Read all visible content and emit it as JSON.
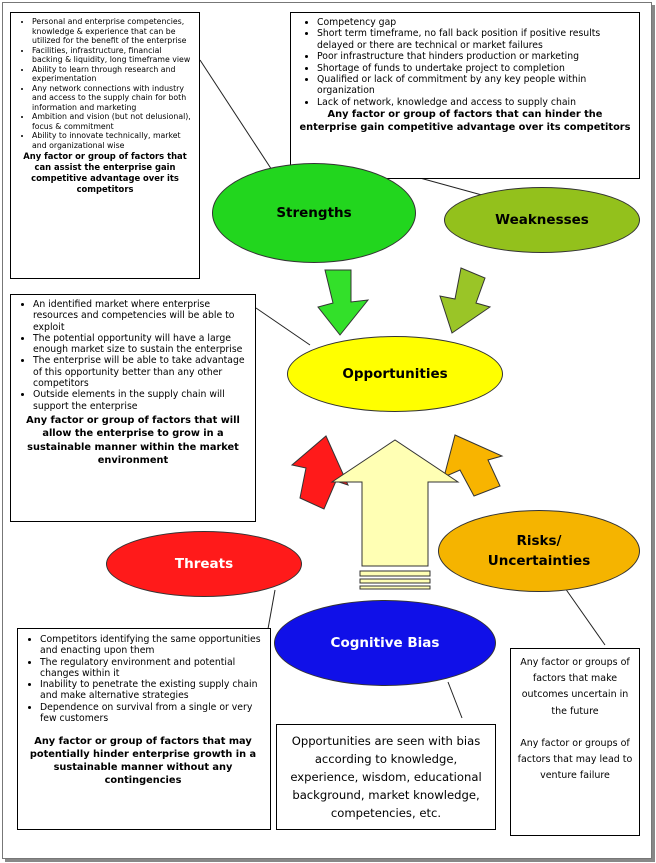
{
  "strengths": {
    "label": "Strengths",
    "items": [
      "Personal and enterprise competencies, knowledge & experience that can be utilized for the benefit of the enterprise",
      "Facilities, infrastructure, financial backing & liquidity, long timeframe view",
      "Ability to learn through research and experimentation",
      "Any network connections with industry and access to the supply chain for both information and marketing",
      "Ambition and vision (but not delusional), focus & commitment",
      "Ability to innovate technically, market and organizational wise"
    ],
    "summary": "Any factor or group of factors that can assist the enterprise gain competitive advantage over its competitors",
    "color": "#22d61e"
  },
  "weaknesses": {
    "label": "Weaknesses",
    "items": [
      "Competency gap",
      "Short term timeframe, no fall back position if positive results delayed or there are technical or market failures",
      "Poor infrastructure that hinders production or marketing",
      "Shortage of funds to undertake project to completion",
      "Qualified or lack of commitment by any key people within organization",
      "Lack of network, knowledge and access to supply chain"
    ],
    "summary": "Any factor or group of factors that can hinder the enterprise gain competitive advantage over its competitors",
    "color": "#93c11c"
  },
  "opportunities": {
    "label": "Opportunities",
    "items": [
      "An identified market where enterprise resources and competencies will be able to exploit",
      "The potential opportunity will have a large enough market size to sustain the enterprise",
      "The enterprise will be able to take advantage of this opportunity better than any other competitors",
      "Outside elements in the supply chain will support the enterprise"
    ],
    "summary": "Any factor or group of factors that will allow the enterprise to grow in a sustainable manner within the market environment",
    "color": "#ffff00"
  },
  "threats": {
    "label": "Threats",
    "items": [
      "Competitors identifying the same opportunities and enacting upon them",
      "The regulatory environment and potential changes within it",
      "Inability to penetrate the existing supply chain and make alternative strategies",
      "Dependence on survival from a single or very few customers"
    ],
    "summary": "Any factor or group of factors that may potentially hinder enterprise growth in a sustainable manner without any contingencies",
    "color": "#ff1a1a"
  },
  "risks": {
    "label": "Risks/ Uncertainties",
    "summary_1": "Any factor or groups of factors that make outcomes uncertain in the future",
    "summary_2": "Any factor or groups of factors that may lead to venture failure",
    "color": "#f5b400"
  },
  "cognitive_bias": {
    "label": "Cognitive Bias",
    "description": "Opportunities are seen with bias according to knowledge, experience, wisdom, educational background, market knowledge, competencies, etc.",
    "color": "#1010e8"
  }
}
